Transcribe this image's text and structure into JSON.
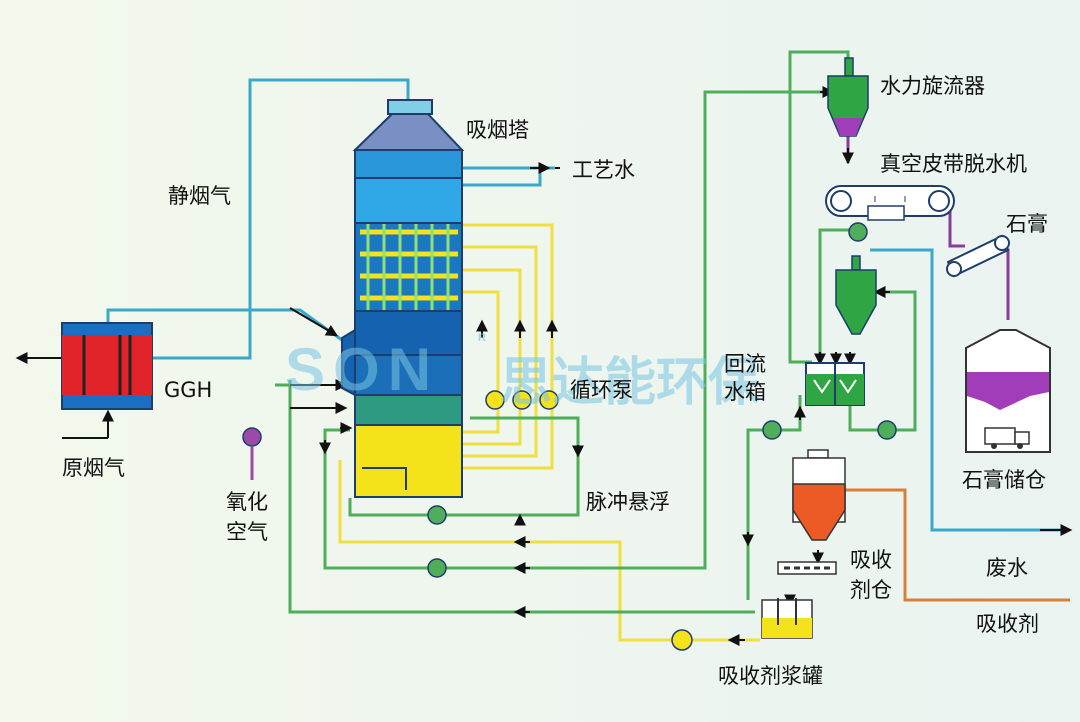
{
  "labels": {
    "absorber": "吸烟塔",
    "process_water": "工艺水",
    "clean_gas": "静烟气",
    "ggh": "GGH",
    "raw_gas": "原烟气",
    "circulation_pump": "循环泵",
    "oxidation_air_1": "氧化",
    "oxidation_air_2": "空气",
    "pulse_suspension": "脉冲悬浮",
    "hydrocyclone": "水力旋流器",
    "vacuum_belt": "真空皮带脱水机",
    "gypsum": "石膏",
    "return_tank_1": "回流",
    "return_tank_2": "水箱",
    "gypsum_silo": "石膏储仓",
    "absorbent_silo_1": "吸收",
    "absorbent_silo_2": "剂仓",
    "wastewater": "废水",
    "absorbent": "吸收剂",
    "slurry_tank": "吸收剂浆罐"
  },
  "watermark": {
    "brand_latin": "SON",
    "brand_cn": "思达能环保",
    "registered": "R"
  },
  "colors": {
    "gas_line": "#3aa9c9",
    "green_line": "#4fae5a",
    "yellow_line": "#f0df40",
    "purple_line": "#8a3c9c",
    "orange_line": "#d8803a",
    "tower_blue": "#1560a8",
    "tower_sky": "#30a8e0",
    "slurry_yellow": "#f4e21a",
    "ggh_red": "#e0242a",
    "hydrocyclone_green": "#2fa544",
    "absorbent_orange": "#ec5a26",
    "gypsum_purple": "#a23dba"
  }
}
